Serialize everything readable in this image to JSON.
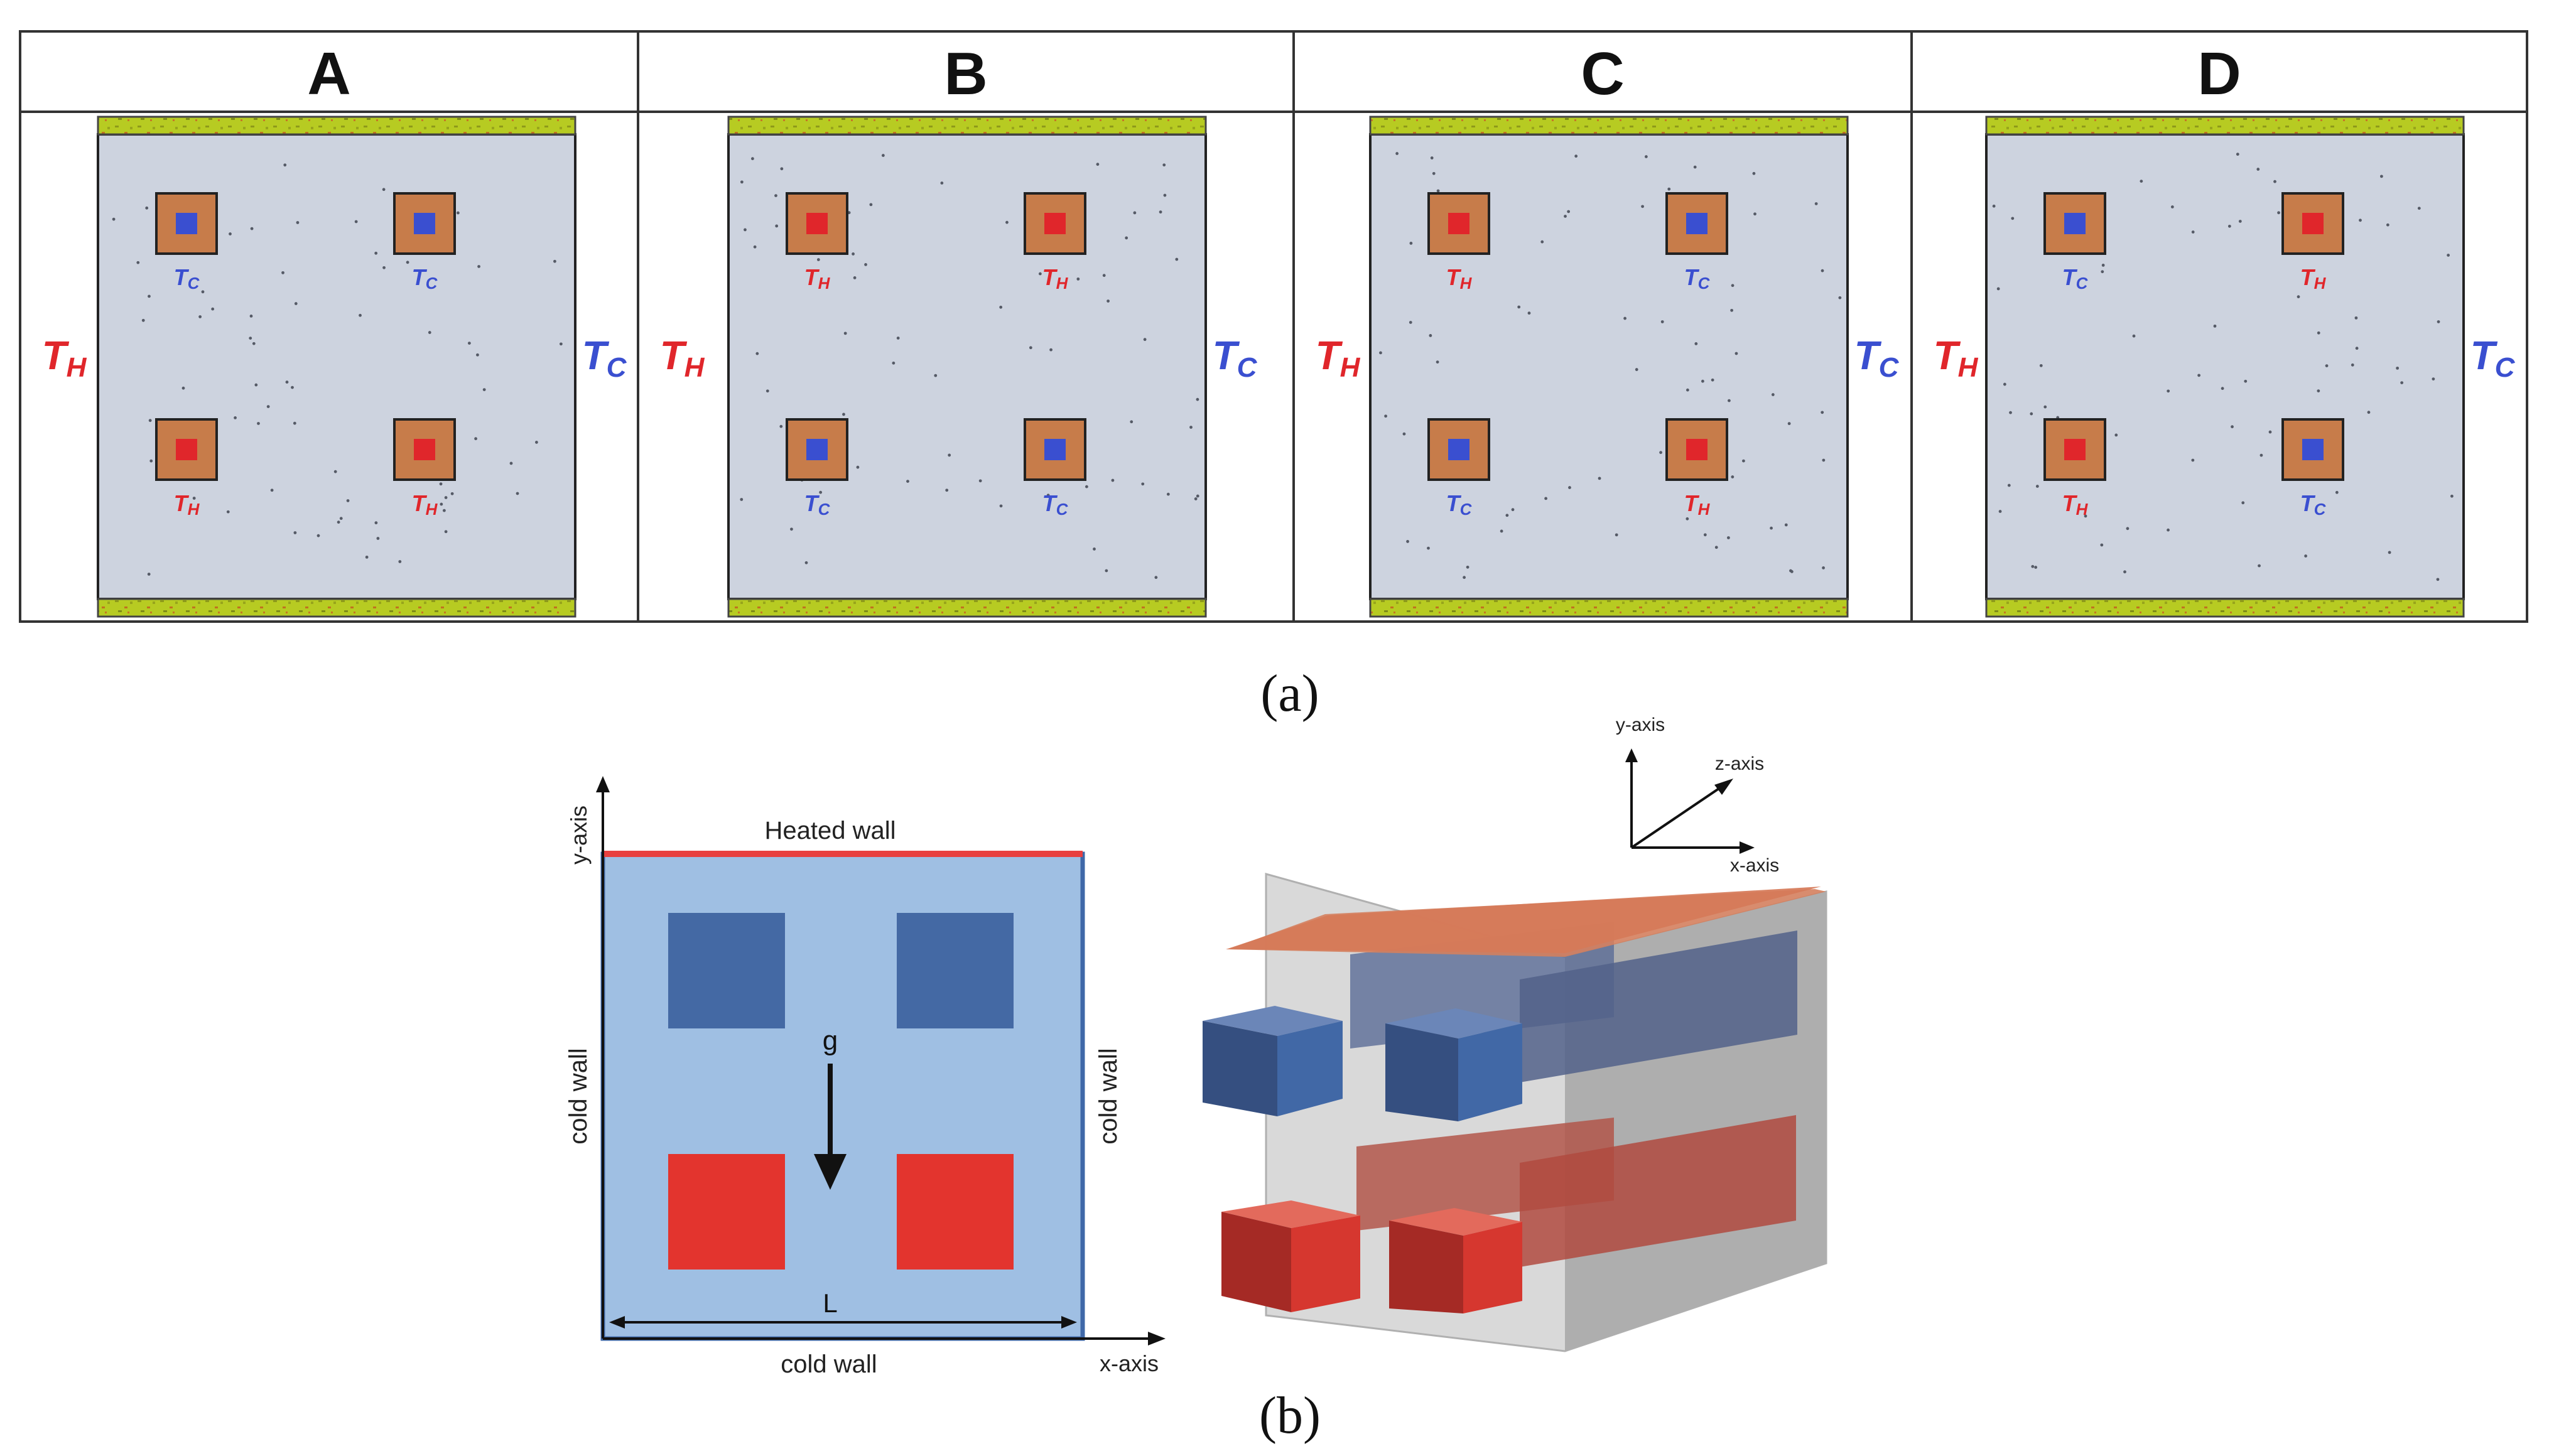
{
  "panel_a": {
    "caption": "(a)",
    "columns": [
      {
        "letter": "A",
        "left": "T_H",
        "right": "T_C",
        "sources": [
          "C",
          "C",
          "H",
          "H"
        ]
      },
      {
        "letter": "B",
        "left": "T_H",
        "right": "T_C",
        "sources": [
          "H",
          "H",
          "C",
          "C"
        ]
      },
      {
        "letter": "C",
        "left": "T_H",
        "right": "T_C",
        "sources": [
          "H",
          "C",
          "C",
          "H"
        ]
      },
      {
        "letter": "D",
        "left": "T_H",
        "right": "T_C",
        "sources": [
          "C",
          "H",
          "H",
          "C"
        ]
      }
    ],
    "hot_label": {
      "main": "T",
      "sub": "H"
    },
    "cold_label": {
      "main": "T",
      "sub": "C"
    },
    "colors": {
      "hot": "#e0262b",
      "cold": "#3a4fd0",
      "fluid": "#cdd3df",
      "block": "#c77c4a",
      "wall": "#b9cc26"
    }
  },
  "panel_b": {
    "caption": "(b)",
    "heated_wall": "Heated wall",
    "cold_wall_left": "cold wall",
    "cold_wall_right": "cold wall",
    "cold_wall_bottom": "cold wall",
    "gravity": "g",
    "length": "L",
    "y_axis": "y-axis",
    "x_axis": "x-axis",
    "axes3d": {
      "y": "y-axis",
      "z": "z-axis",
      "x": "x-axis"
    },
    "colors": {
      "cavity": "#9fbfe3",
      "cold_block": "#4469a4",
      "hot_block": "#e3342e",
      "heated_wall": "#e84040"
    }
  }
}
